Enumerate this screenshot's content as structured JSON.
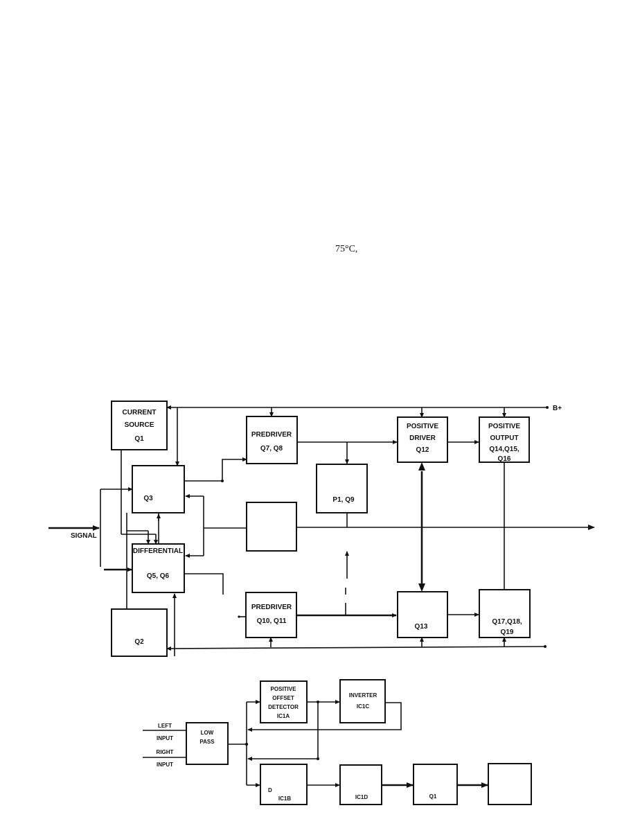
{
  "page_text": {
    "temperature": "75°C,"
  },
  "amplifier": {
    "current_source": [
      "CURRENT",
      "SOURCE",
      "Q1"
    ],
    "q3": "Q3",
    "differential": [
      "DIFFERENTIAL",
      "Q5, Q6"
    ],
    "q2": "Q2",
    "predriver_top": [
      "PREDRIVER",
      "Q7, Q8"
    ],
    "p1q9": "P1, Q9",
    "predriver_bottom": [
      "PREDRIVER",
      "Q10, Q11"
    ],
    "positive_driver": [
      "POSITIVE",
      "DRIVER",
      "Q12"
    ],
    "q13": "Q13",
    "positive_output": [
      "POSITIVE",
      "OUTPUT",
      "Q14,Q15,",
      "Q16"
    ],
    "negative_output": [
      "Q17,Q18,",
      "Q19"
    ],
    "b_plus": "B+",
    "signal": "SIGNAL"
  },
  "protection": {
    "left_input": [
      "LEFT",
      "INPUT"
    ],
    "right_input": [
      "RIGHT",
      "INPUT"
    ],
    "low_pass": [
      "LOW",
      "PASS"
    ],
    "offset_detector": [
      "POSITIVE",
      "OFFSET",
      "DETECTOR",
      "IC1A"
    ],
    "inverter": [
      "INVERTER",
      "IC1C"
    ],
    "ic1b": [
      "D",
      "IC1B"
    ],
    "ic1d": "IC1D",
    "q1": "Q1"
  }
}
